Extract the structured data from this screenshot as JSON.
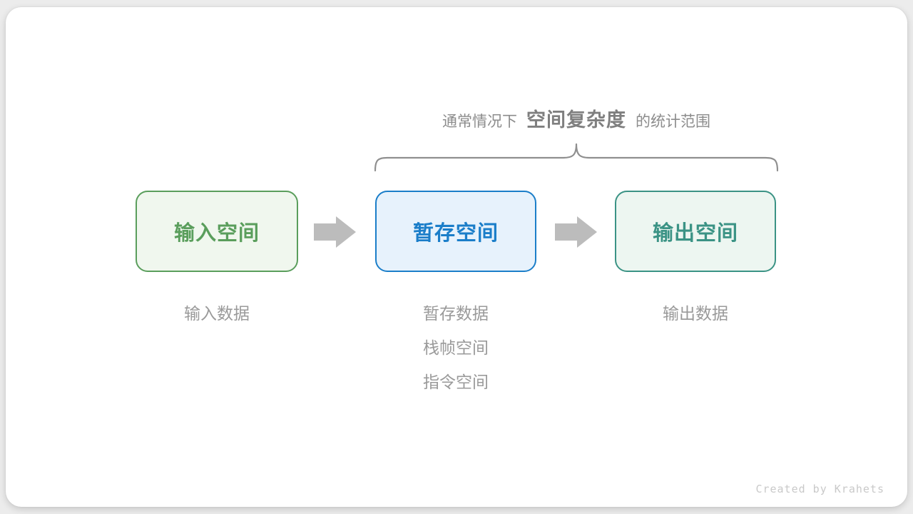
{
  "colors": {
    "page_bg": "#ececec",
    "card_bg": "#ffffff",
    "annotation_text": "#8c8c8c",
    "annotation_highlight": "#7f7f7f",
    "brace": "#8f8f8f",
    "arrow": "#bcbcbc",
    "note_text": "#9a9a9a",
    "credit_text": "#c9c9c9"
  },
  "annotation": {
    "prefix": "通常情况下",
    "highlight": "空间复杂度",
    "suffix": "的统计范围"
  },
  "boxes": [
    {
      "label": "输入空间",
      "text_color": "#5a9e5c",
      "border_color": "#5a9e5c",
      "bg_color": "#f0f7ee",
      "notes": [
        "输入数据"
      ]
    },
    {
      "label": "暂存空间",
      "text_color": "#1b7ec9",
      "border_color": "#1b7ec9",
      "bg_color": "#e7f2fc",
      "notes": [
        "暂存数据",
        "栈帧空间",
        "指令空间"
      ]
    },
    {
      "label": "输出空间",
      "text_color": "#3b9385",
      "border_color": "#3b9385",
      "bg_color": "#edf6f1",
      "notes": [
        "输出数据"
      ]
    }
  ],
  "credit": "Created by Krahets"
}
